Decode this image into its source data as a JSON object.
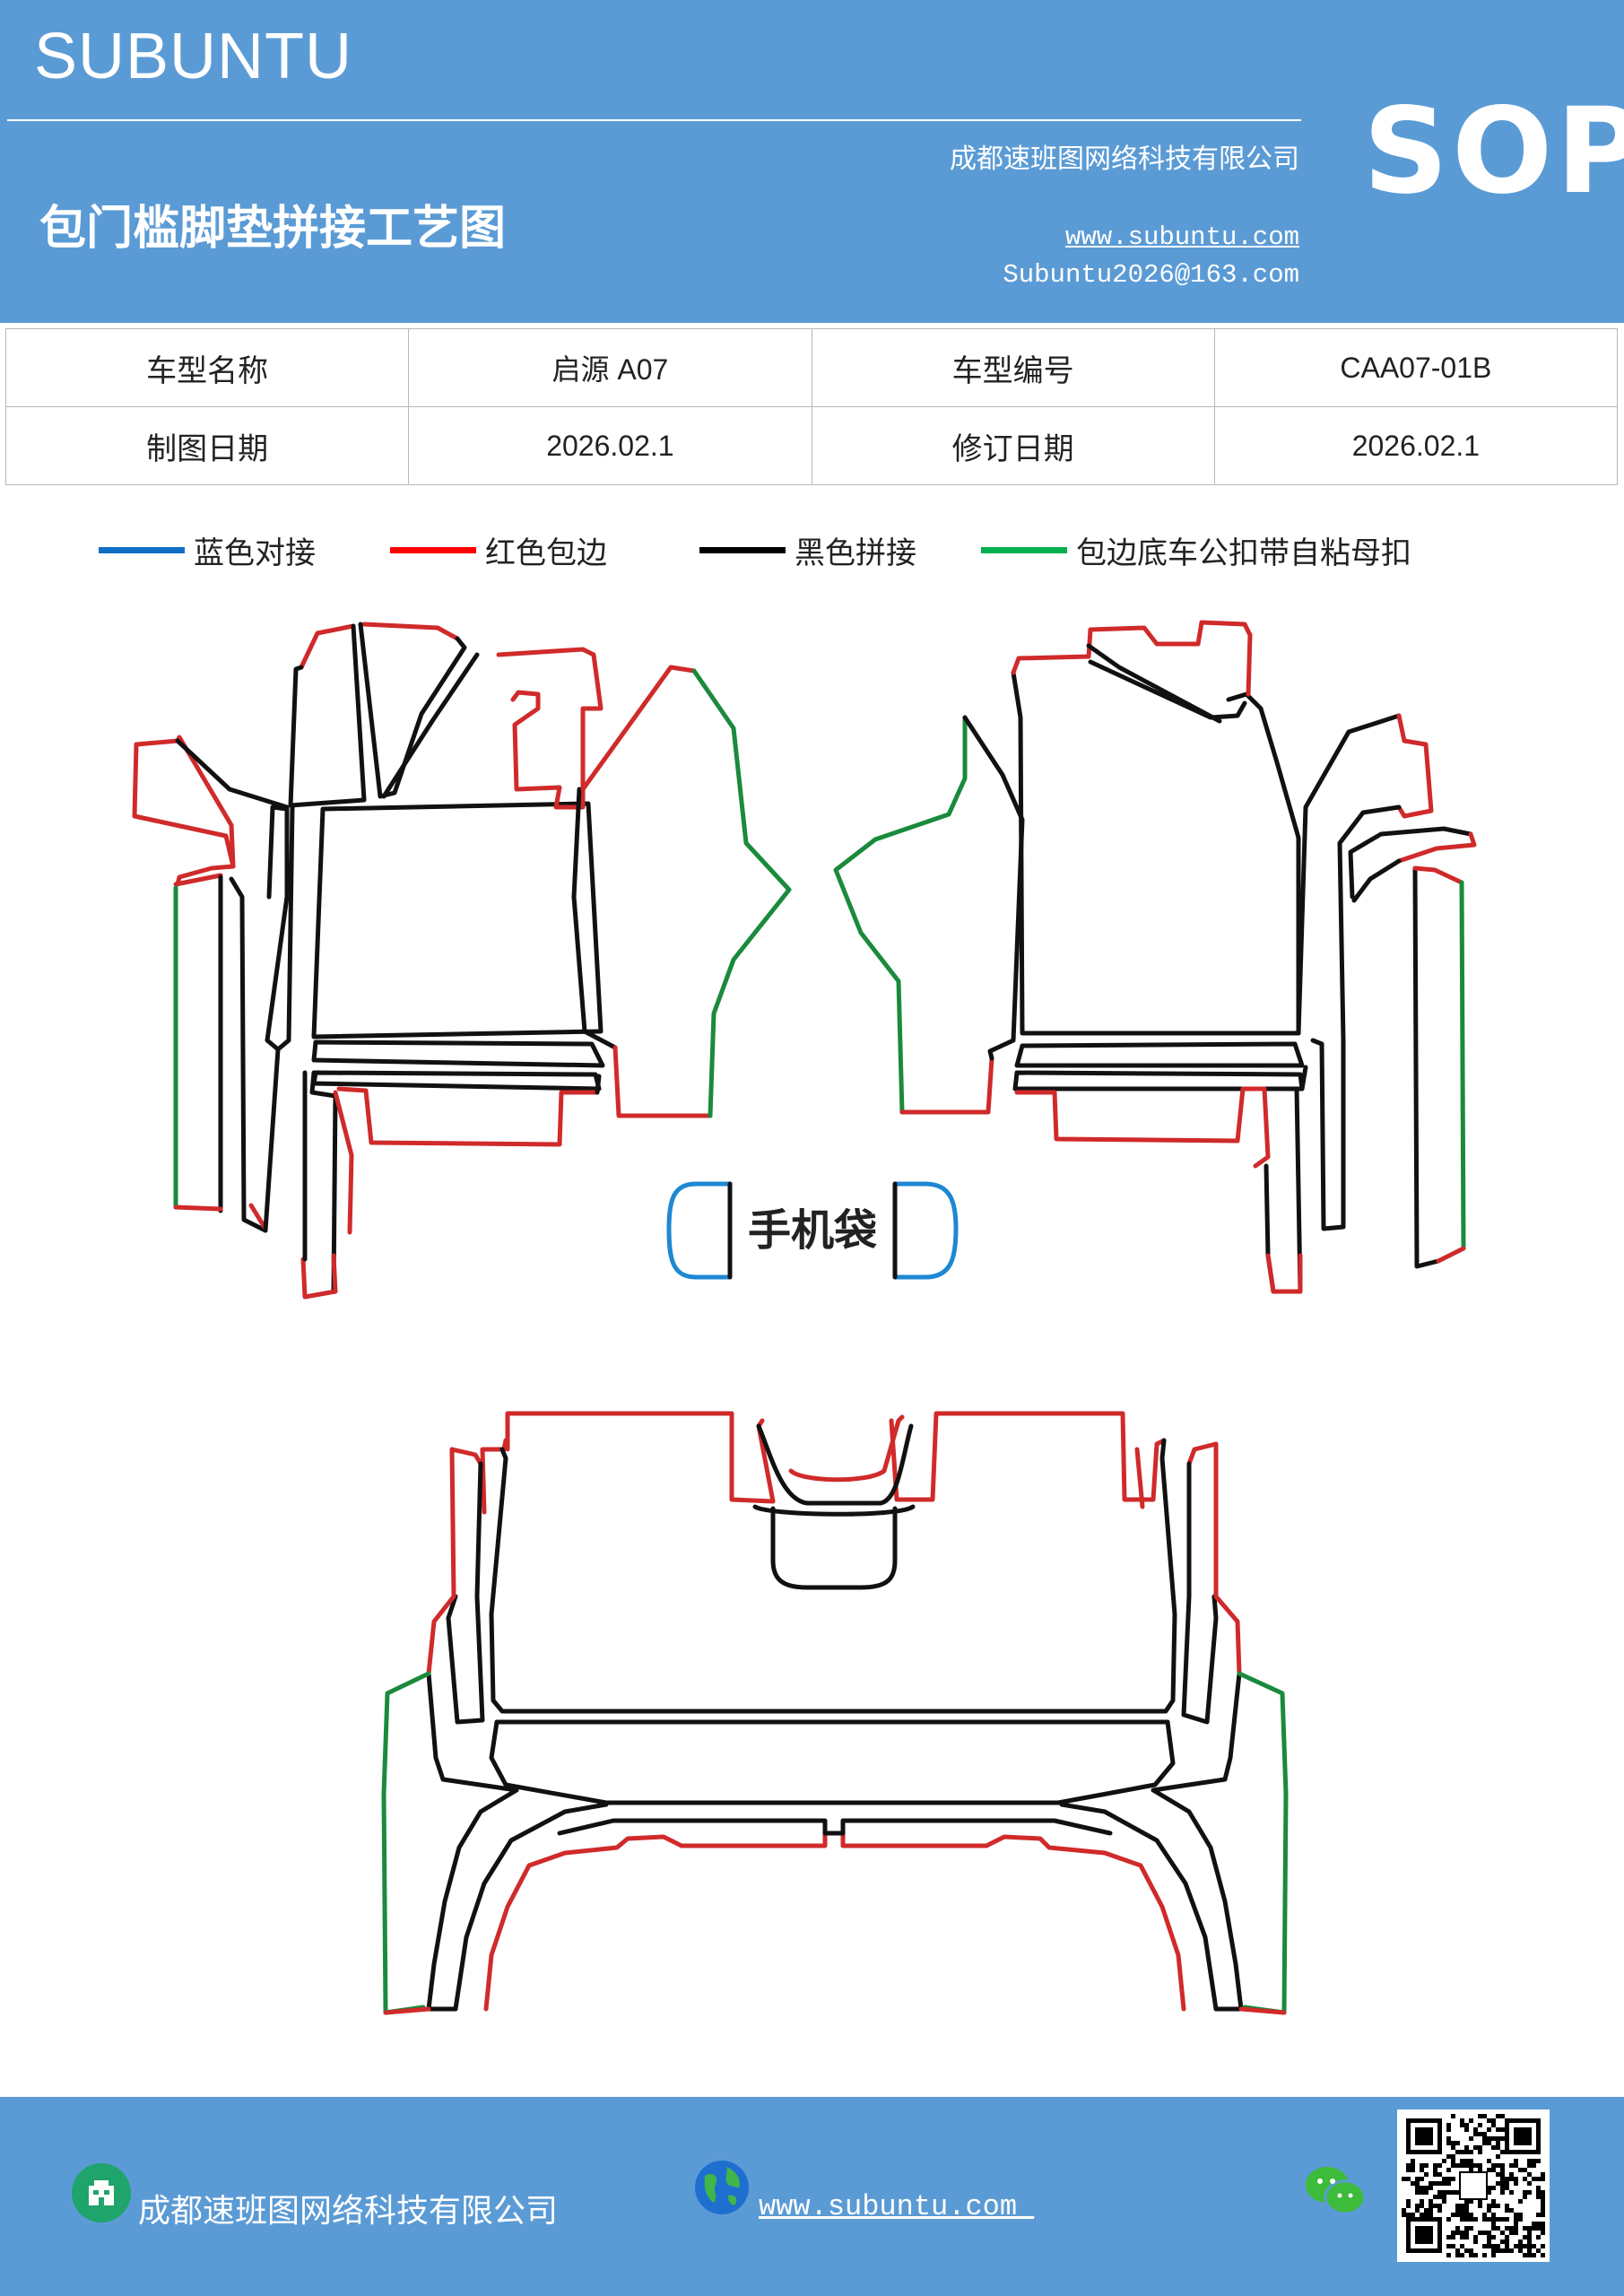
{
  "header": {
    "brand": "SUBUNTU",
    "title": "包门槛脚垫拼接工艺图",
    "company": "成都速班图网络科技有限公司",
    "website": "www.subuntu.com",
    "email": "Subuntu2026@163.com",
    "badge": "SOP",
    "bg_color": "#5b9bd5"
  },
  "info_table": {
    "rows": [
      {
        "label1": "车型名称",
        "value1": "启源 A07",
        "label2": "车型编号",
        "value2": "CAA07-01B"
      },
      {
        "label1": "制图日期",
        "value1": "2026.02.1",
        "label2": "修订日期",
        "value2": "2026.02.1"
      }
    ]
  },
  "legend": [
    {
      "label": "蓝色对接",
      "color": "#0f6fc6"
    },
    {
      "label": "红色包边",
      "color": "#ff0000"
    },
    {
      "label": "黑色拼接",
      "color": "#000000"
    },
    {
      "label": "包边底车公扣带自粘母扣",
      "color": "#00b050"
    }
  ],
  "diagram": {
    "phone_pocket_label": "手机袋",
    "stroke_colors": {
      "blue": "#1e88d2",
      "red": "#d02a2a",
      "black": "#111111",
      "green": "#1a8a3c"
    }
  },
  "footer": {
    "company": "成都速班图网络科技有限公司",
    "website": "www.subuntu.com ",
    "icons": [
      "building-icon",
      "globe-icon",
      "wechat-icon",
      "qr-code"
    ]
  }
}
